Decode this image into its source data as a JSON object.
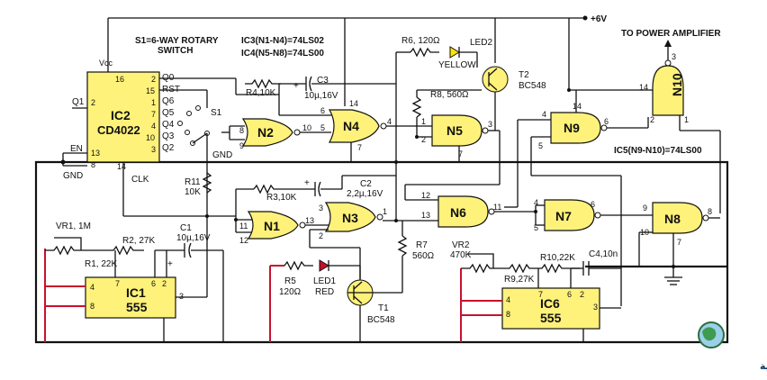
{
  "header": {
    "switch_title_1": "S1=6-WAY ROTARY",
    "switch_title_2": "SWITCH",
    "ic3_label": "IC3(N1-N4)=74LS02",
    "ic4_label": "IC4(N5-N8)=74LS00",
    "ic5_label": "IC5(N9-N10)=74LS00",
    "supply": "+6V",
    "power_amp": "TO POWER AMPLIFIER"
  },
  "ics": {
    "ic2": {
      "name": "IC2",
      "part": "CD4022",
      "vcc": "Vcc",
      "en": "EN",
      "gnd": "GND",
      "clk": "CLK",
      "pins": {
        "p16": "16",
        "p2": "2",
        "p15": "15",
        "p1": "1",
        "p7": "7",
        "p4": "4",
        "p10": "10",
        "p3": "3",
        "p13": "13",
        "p8": "8",
        "p14": "14"
      },
      "outs": {
        "q0": "Q0",
        "rst": "RST",
        "q6": "Q6",
        "q5": "Q5",
        "q4": "Q4",
        "q3": "Q3",
        "q2": "Q2",
        "q1": "Q1"
      }
    },
    "ic1": {
      "name": "IC1",
      "part": "555",
      "pins": {
        "p4": "4",
        "p8": "8",
        "p7": "7",
        "p6": "6",
        "p2": "2",
        "p3": "3"
      }
    },
    "ic6": {
      "name": "IC6",
      "part": "555",
      "pins": {
        "p4": "4",
        "p8": "8",
        "p7": "7",
        "p6": "6",
        "p2": "2",
        "p3": "3"
      }
    }
  },
  "gates": {
    "n1": {
      "name": "N1",
      "in_a": "11",
      "in_b": "12",
      "out": "13"
    },
    "n2": {
      "name": "N2",
      "in_a": "8",
      "in_b": "9",
      "out": "10"
    },
    "n3": {
      "name": "N3",
      "in_a": "3",
      "in_b": "2",
      "out": "1"
    },
    "n4": {
      "name": "N4",
      "in_a": "6",
      "in_b": "5",
      "out": "4",
      "vcc": "14",
      "gnd": "7"
    },
    "n5": {
      "name": "N5",
      "in_a": "1",
      "in_b": "2",
      "out": "3",
      "gnd": "7"
    },
    "n6": {
      "name": "N6",
      "in_a": "12",
      "in_b": "13",
      "out": "11"
    },
    "n7": {
      "name": "N7",
      "in_a": "4",
      "in_b": "5",
      "out": "6"
    },
    "n8": {
      "name": "N8",
      "in_a": "9",
      "in_b": "10",
      "out": "8",
      "gnd": "7"
    },
    "n9": {
      "name": "N9",
      "in_a": "4",
      "in_b": "5",
      "out": "6",
      "vcc": "14"
    },
    "n10": {
      "name": "N10",
      "in_a": "2",
      "in_b": "1",
      "out": "3",
      "vcc": "14"
    }
  },
  "components": {
    "s1": "S1",
    "s1_gnd": "GND",
    "r1": "R1, 22K",
    "r2": "R2, 27K",
    "vr1": "VR1, 1M",
    "c1_a": "C1",
    "c1_b": "10µ,16V",
    "r11_a": "R11",
    "r11_b": "10K",
    "r3": "R3,10K",
    "c2_a": "C2",
    "c2_b": "2,2µ,16V",
    "r4": "R4,10K",
    "c3_a": "C3",
    "c3_b": "10µ,16V",
    "r5_a": "R5",
    "r5_b": "120Ω",
    "led1_a": "LED1",
    "led1_b": "RED",
    "t1_a": "T1",
    "t1_b": "BC548",
    "r6": "R6, 120Ω",
    "led2": "LED2",
    "led2_color": "YELLOW",
    "t2_a": "T2",
    "t2_b": "BC548",
    "r7_a": "R7",
    "r7_b": "560Ω",
    "r8": "R8, 560Ω",
    "vr2_a": "VR2",
    "vr2_b": "470K",
    "r9": "R9,27K",
    "r10": "R10,22K",
    "c4": "C4,10n"
  },
  "watermark": "القرية الالكترونية",
  "colors": {
    "chip_fill": "#fff27a",
    "red_wire": "#c8102e",
    "frame": "#111111"
  }
}
